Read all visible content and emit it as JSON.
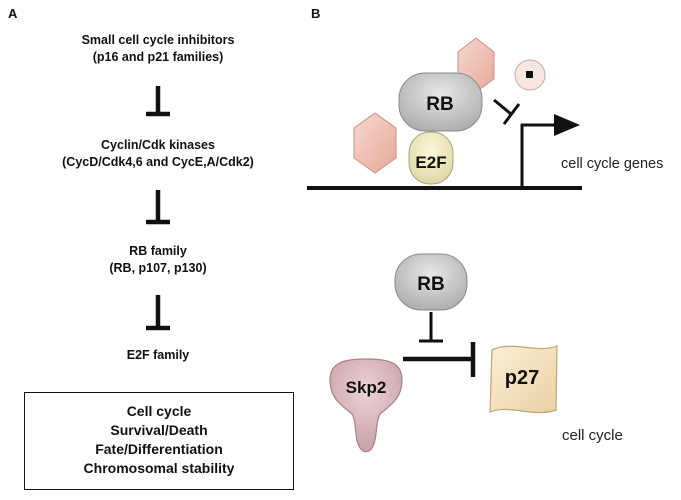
{
  "panel_a": {
    "letter": "A",
    "steps": [
      {
        "line1": "Small cell cycle inhibitors",
        "line2": "(p16 and p21 families)"
      },
      {
        "line1": "Cyclin/Cdk kinases",
        "line2": "(CycD/Cdk4,6 and CycE,A/Cdk2)"
      },
      {
        "line1": "RB family",
        "line2": "(RB, p107, p130)"
      },
      {
        "line1": "E2F family",
        "line2": ""
      }
    ],
    "outcomes": [
      "Cell cycle",
      "Survival/Death",
      "Fate/Differentiation",
      "Chromosomal stability"
    ]
  },
  "panel_b": {
    "letter": "B",
    "top": {
      "rb_label": "RB",
      "e2f_label": "E2F",
      "genes_label": "cell cycle genes"
    },
    "bottom": {
      "rb_label": "RB",
      "skp2_label": "Skp2",
      "p27_label": "p27",
      "cycle_label": "cell cycle"
    }
  },
  "colors": {
    "rb_fill": "#c9cacb",
    "e2f_fill": "#f1edc4",
    "hexagon_fill": "#efc2b6",
    "skp2_fill": "#dcb7bd",
    "p27_fill": "#f3e1c1"
  }
}
